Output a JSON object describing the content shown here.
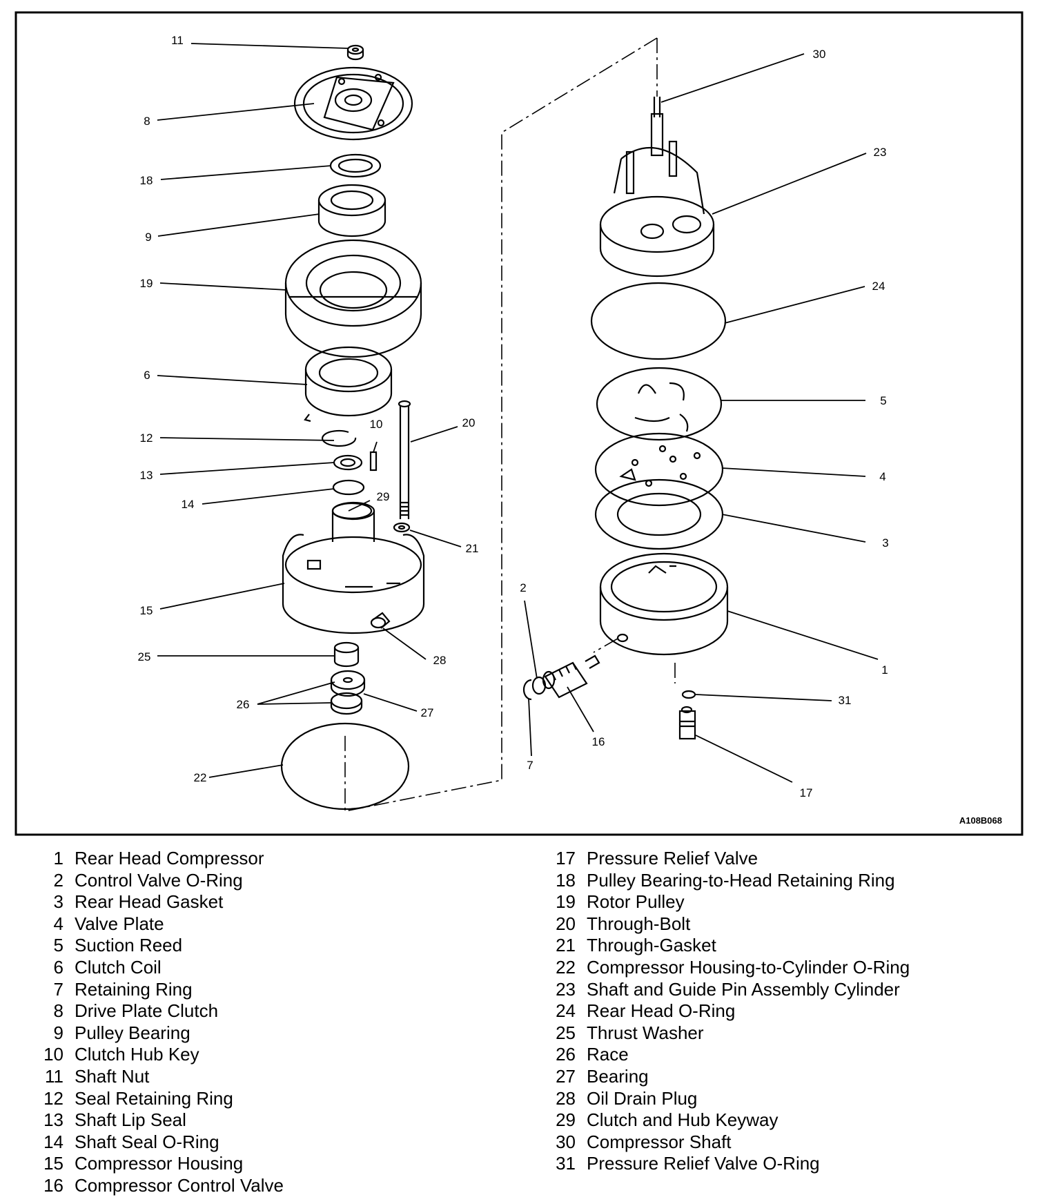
{
  "figure_code": "A108B068",
  "callouts": [
    {
      "id": "c11",
      "text": "11"
    },
    {
      "id": "c8",
      "text": "8"
    },
    {
      "id": "c18",
      "text": "18"
    },
    {
      "id": "c9",
      "text": "9"
    },
    {
      "id": "c19",
      "text": "19"
    },
    {
      "id": "c6",
      "text": "6"
    },
    {
      "id": "c10",
      "text": "10"
    },
    {
      "id": "c20",
      "text": "20"
    },
    {
      "id": "c12",
      "text": "12"
    },
    {
      "id": "c13",
      "text": "13"
    },
    {
      "id": "c14",
      "text": "14"
    },
    {
      "id": "c29",
      "text": "29"
    },
    {
      "id": "c21",
      "text": "21"
    },
    {
      "id": "c15",
      "text": "15"
    },
    {
      "id": "c25",
      "text": "25"
    },
    {
      "id": "c28",
      "text": "28"
    },
    {
      "id": "c26",
      "text": "26"
    },
    {
      "id": "c27",
      "text": "27"
    },
    {
      "id": "c22",
      "text": "22"
    },
    {
      "id": "c30",
      "text": "30"
    },
    {
      "id": "c23",
      "text": "23"
    },
    {
      "id": "c24",
      "text": "24"
    },
    {
      "id": "c5",
      "text": "5"
    },
    {
      "id": "c4",
      "text": "4"
    },
    {
      "id": "c3",
      "text": "3"
    },
    {
      "id": "c2",
      "text": "2"
    },
    {
      "id": "c1",
      "text": "1"
    },
    {
      "id": "c31",
      "text": "31"
    },
    {
      "id": "c16",
      "text": "16"
    },
    {
      "id": "c7",
      "text": "7"
    },
    {
      "id": "c17",
      "text": "17"
    }
  ],
  "legend_left": [
    {
      "num": "1",
      "label": "Rear Head Compressor"
    },
    {
      "num": "2",
      "label": "Control Valve O-Ring"
    },
    {
      "num": "3",
      "label": "Rear Head Gasket"
    },
    {
      "num": "4",
      "label": "Valve Plate"
    },
    {
      "num": "5",
      "label": "Suction Reed"
    },
    {
      "num": "6",
      "label": "Clutch Coil"
    },
    {
      "num": "7",
      "label": "Retaining Ring"
    },
    {
      "num": "8",
      "label": "Drive Plate Clutch"
    },
    {
      "num": "9",
      "label": "Pulley Bearing"
    },
    {
      "num": "10",
      "label": "Clutch Hub Key"
    },
    {
      "num": "11",
      "label": "Shaft Nut"
    },
    {
      "num": "12",
      "label": "Seal Retaining Ring"
    },
    {
      "num": "13",
      "label": "Shaft Lip Seal"
    },
    {
      "num": "14",
      "label": "Shaft Seal O-Ring"
    },
    {
      "num": "15",
      "label": "Compressor Housing"
    },
    {
      "num": "16",
      "label": "Compressor Control Valve"
    }
  ],
  "legend_right": [
    {
      "num": "17",
      "label": "Pressure Relief Valve"
    },
    {
      "num": "18",
      "label": "Pulley Bearing-to-Head Retaining Ring"
    },
    {
      "num": "19",
      "label": "Rotor Pulley"
    },
    {
      "num": "20",
      "label": "Through-Bolt"
    },
    {
      "num": "21",
      "label": "Through-Gasket"
    },
    {
      "num": "22",
      "label": "Compressor Housing-to-Cylinder O-Ring"
    },
    {
      "num": "23",
      "label": "Shaft and Guide Pin Assembly Cylinder"
    },
    {
      "num": "24",
      "label": "Rear Head O-Ring"
    },
    {
      "num": "25",
      "label": "Thrust Washer"
    },
    {
      "num": "26",
      "label": "Race"
    },
    {
      "num": "27",
      "label": "Bearing"
    },
    {
      "num": "28",
      "label": "Oil Drain Plug"
    },
    {
      "num": "29",
      "label": "Clutch and Hub Keyway"
    },
    {
      "num": "30",
      "label": "Compressor Shaft"
    },
    {
      "num": "31",
      "label": "Pressure Relief Valve O-Ring"
    }
  ]
}
